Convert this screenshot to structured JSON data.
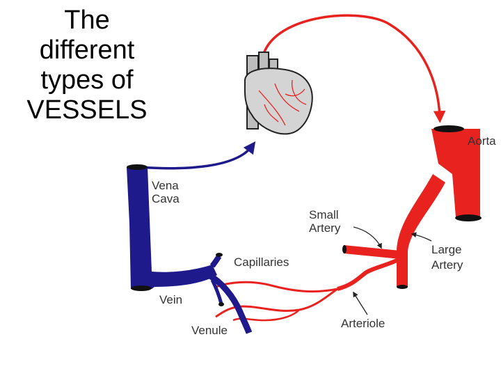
{
  "title": {
    "lines": [
      "The",
      "different",
      "types of",
      "VESSELS"
    ]
  },
  "labels": {
    "aorta": "Aorta",
    "vena_cava_1": "Vena",
    "vena_cava_2": "Cava",
    "small_artery_1": "Small",
    "small_artery_2": "Artery",
    "large_artery_1": "Large",
    "large_artery_2": "Artery",
    "capillaries": "Capillaries",
    "vein": "Vein",
    "venule": "Venule",
    "arteriole": "Arteriole"
  },
  "colors": {
    "artery": "#e8231f",
    "vein": "#1f1a8c",
    "heart": "#cfcfcf",
    "heart_vessels": "#e8231f"
  }
}
